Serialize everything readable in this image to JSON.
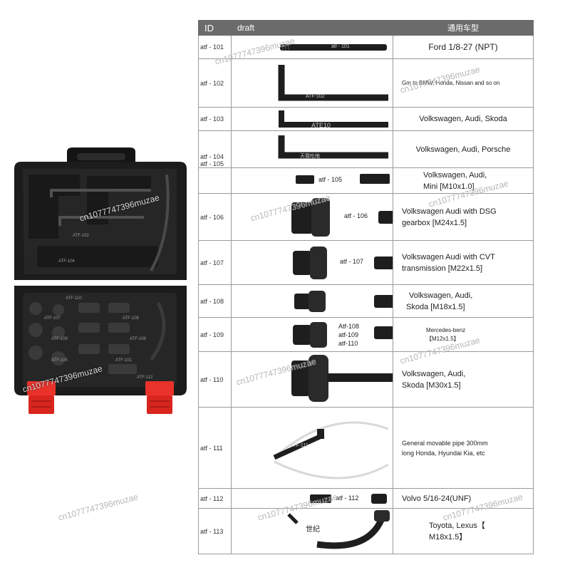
{
  "table": {
    "headers": {
      "id": "ID",
      "draft": "draft",
      "model": "通用车型"
    },
    "rows": [
      {
        "id": "atf - 101",
        "labels": [
          "atf - 101"
        ],
        "model": "Ford 1/8-27 (NPT)"
      },
      {
        "id": "atf - 102",
        "labels": [
          "ATF-102"
        ],
        "model": "Gm to BMW, Honda, Nissan and so on"
      },
      {
        "id": "atf - 103",
        "labels": [
          "ATE10"
        ],
        "model": "Volkswagen, Audi, Skoda"
      },
      {
        "id": "atf - 104",
        "id2": "atf - 105",
        "labels": [
          "天我吃地"
        ],
        "model": "Volkswagen, Audi, Porsche"
      },
      {
        "id": "",
        "labels": [
          "atf - 105"
        ],
        "model_lines": [
          "Volkswagen, Audi,",
          "Mini [M10x1.0]"
        ]
      },
      {
        "id": "atf - 106",
        "labels": [
          "atf - 106"
        ],
        "model_lines": [
          "Volkswagen Audi with DSG",
          "gearbox [M24x1.5]"
        ]
      },
      {
        "id": "atf - 107",
        "labels": [
          "atf - 107"
        ],
        "model_lines": [
          "Volkswagen Audi with CVT",
          "transmission [M22x1.5]"
        ]
      },
      {
        "id": "atf - 108",
        "labels": [],
        "model_lines": [
          "Volkswagen, Audi,",
          "Skoda [M18x1.5]"
        ]
      },
      {
        "id": "atf - 109",
        "labels": [
          "Atf-108",
          "atf-109",
          "atf-110"
        ],
        "model_lines": [
          "Mercedes-benz",
          "【M12x1.5】"
        ]
      },
      {
        "id": "atf - 110",
        "labels": [],
        "model_lines": [
          "Volkswagen, Audi,",
          "Skoda [M30x1.5]"
        ]
      },
      {
        "id": "atf - 111",
        "labels": [
          "ATF-111"
        ],
        "model_lines": [
          "General movable pipe 300mm",
          "long Honda, Hyundai Kia, etc"
        ]
      },
      {
        "id": "atf - 112",
        "labels": [
          "atf - 112"
        ],
        "model": "Volvo 5/16-24(UNF)"
      },
      {
        "id": "atf - 113",
        "labels": [
          "世纪"
        ],
        "model_lines": [
          "Toyota, Lexus【",
          "M18x1.5】"
        ]
      }
    ]
  },
  "case": {
    "lid_labels": [
      "ATF-102",
      "ATF-104"
    ],
    "base_labels": [
      "ATF-110",
      "ATF-107",
      "ATF-106",
      "ATF-109",
      "ATF-108",
      "ATF-105",
      "ATF-101",
      "ATF-112"
    ]
  },
  "watermark": "cn1077747396muzae",
  "colors": {
    "header_bg": "#6b6b6b",
    "case_body": "#1c1c1c",
    "latch": "#e8322a",
    "grid": "#9a9a9a"
  }
}
